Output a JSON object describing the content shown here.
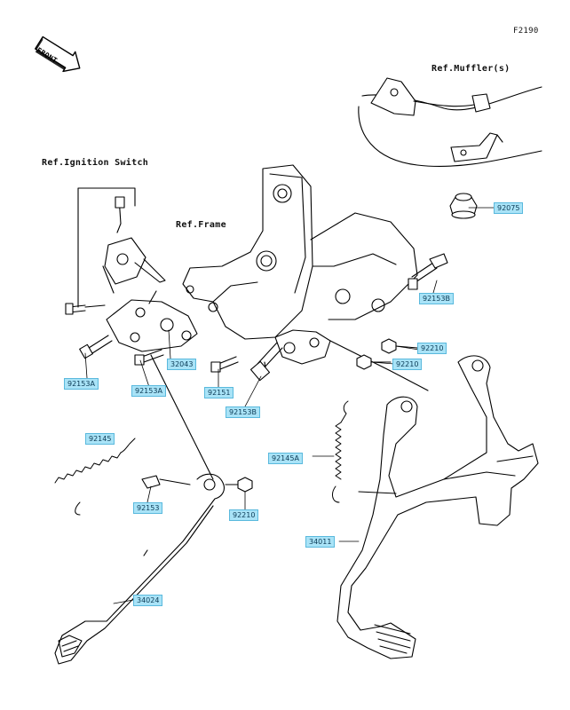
{
  "figure_code": "F2190",
  "front_label": "FRONT",
  "refs": {
    "ignition": "Ref.Ignition Switch",
    "muffler": "Ref.Muffler(s)",
    "frame": "Ref.Frame"
  },
  "parts": {
    "p92075": "92075",
    "p92153B_top": "92153B",
    "p92210_a": "92210",
    "p92210_b": "92210",
    "p92153A_a": "92153A",
    "p92153A_b": "92153A",
    "p32043": "32043",
    "p92151": "92151",
    "p92153B_mid": "92153B",
    "p92145_a": "92145",
    "p92153": "92153",
    "p92210_c": "92210",
    "p92145A": "92145A",
    "p34011": "34011",
    "p34024": "34024"
  }
}
